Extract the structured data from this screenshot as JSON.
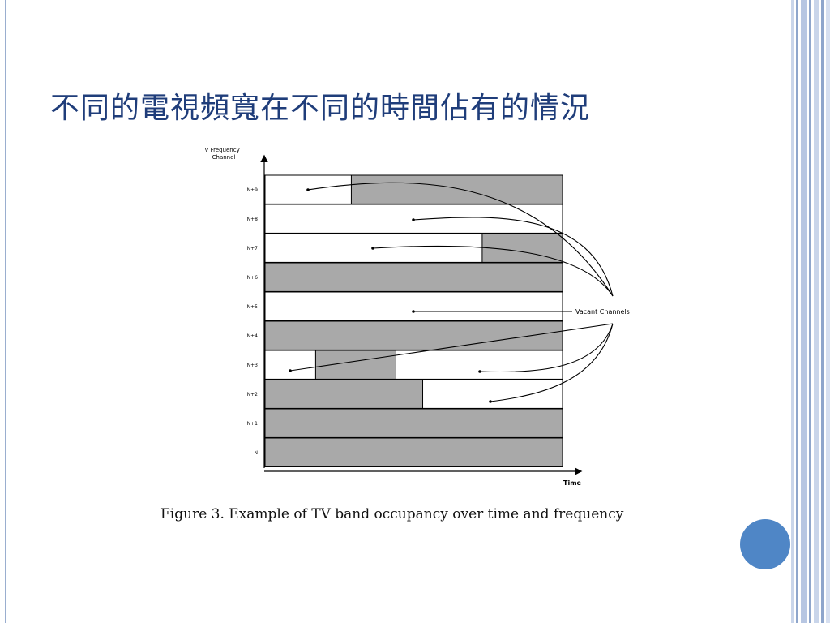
{
  "slide": {
    "title": "不同的電視頻寬在不同的時間佔有的情況",
    "accent_color": "#1f3d7a",
    "frame_color": "#9aaecf",
    "circle_color": "#4f86c6"
  },
  "figure": {
    "y_axis_label_line1": "TV Frequency",
    "y_axis_label_line2": "Channel",
    "x_axis_label": "Time",
    "annotation_label": "Vacant Channels",
    "caption": "Figure 3. Example of TV band occupancy over time and frequency",
    "occupied_color": "#a9a9a9",
    "vacant_color": "#ffffff",
    "time_span": [
      0,
      1
    ],
    "channels": [
      {
        "label": "N+9",
        "occupied": [
          [
            0.29,
            1.0
          ]
        ]
      },
      {
        "label": "N+8",
        "occupied": []
      },
      {
        "label": "N+7",
        "occupied": [
          [
            0.73,
            1.0
          ]
        ]
      },
      {
        "label": "N+6",
        "occupied": [
          [
            0.0,
            1.0
          ]
        ]
      },
      {
        "label": "N+5",
        "occupied": []
      },
      {
        "label": "N+4",
        "occupied": [
          [
            0.0,
            1.0
          ]
        ]
      },
      {
        "label": "N+3",
        "occupied": [
          [
            0.17,
            0.44
          ]
        ]
      },
      {
        "label": "N+2",
        "occupied": [
          [
            0.0,
            0.53
          ]
        ]
      },
      {
        "label": "N+1",
        "occupied": [
          [
            0.0,
            1.0
          ]
        ]
      },
      {
        "label": "N",
        "occupied": [
          [
            0.0,
            1.0
          ]
        ]
      }
    ]
  }
}
